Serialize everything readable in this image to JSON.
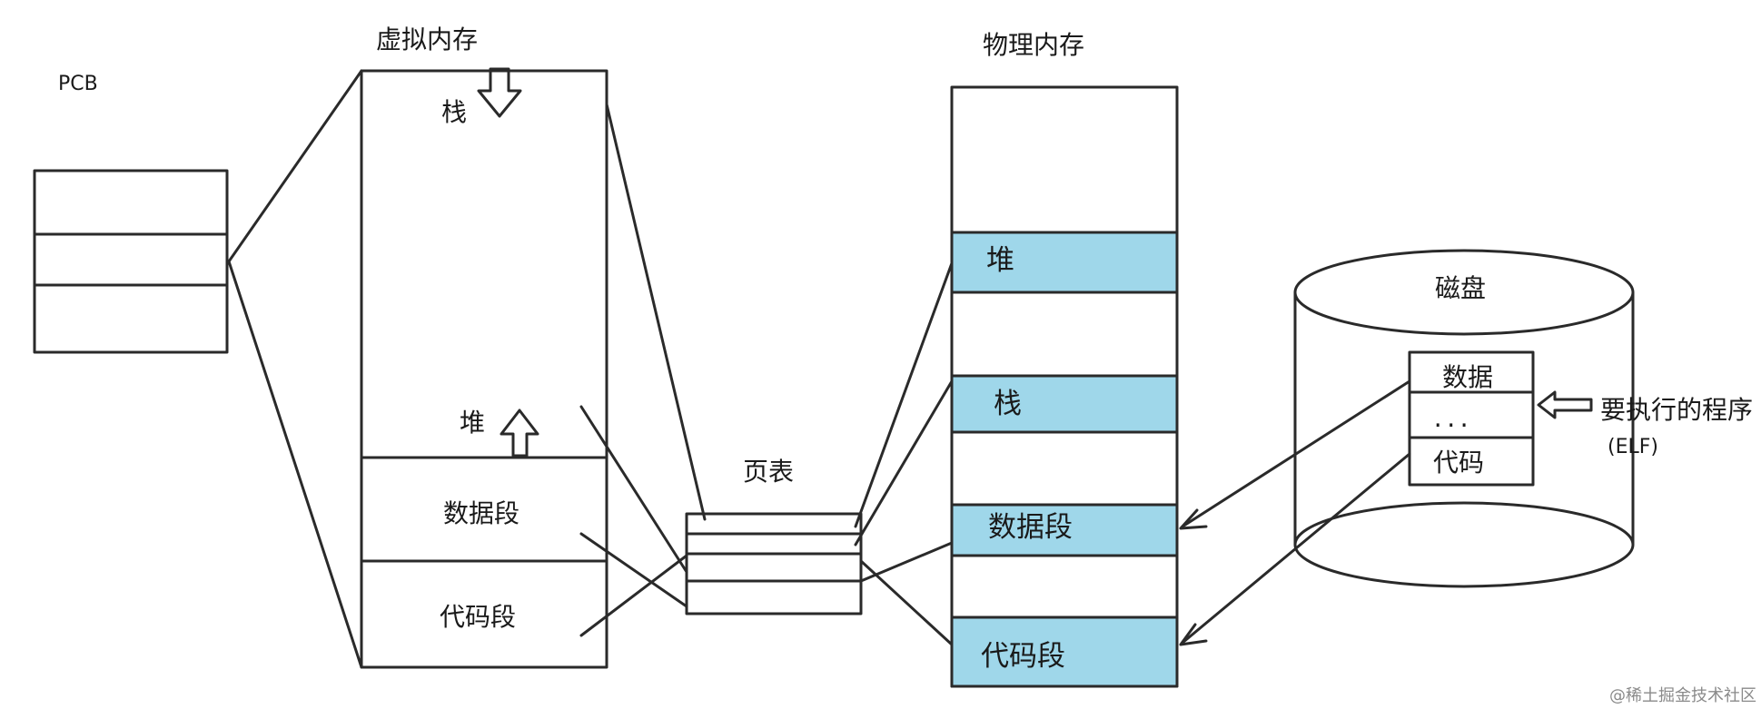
{
  "colors": {
    "stroke": "#2a2a2a",
    "highlight_fill": "#9fd7ea",
    "background": "#ffffff"
  },
  "pcb": {
    "label": "PCB"
  },
  "virtual_memory": {
    "title": "虚拟内存",
    "stack": "栈",
    "heap": "堆",
    "data_segment": "数据段",
    "code_segment": "代码段"
  },
  "page_table": {
    "label": "页表"
  },
  "physical_memory": {
    "title": "物理内存",
    "heap": "堆",
    "stack": "栈",
    "data_segment": "数据段",
    "code_segment": "代码段"
  },
  "disk": {
    "title": "磁盘",
    "data": "数据",
    "ellipsis": "...",
    "code": "代码",
    "program_label": "要执行的程序",
    "elf_label": "(ELF)"
  },
  "watermark": "@稀土掘金技术社区"
}
